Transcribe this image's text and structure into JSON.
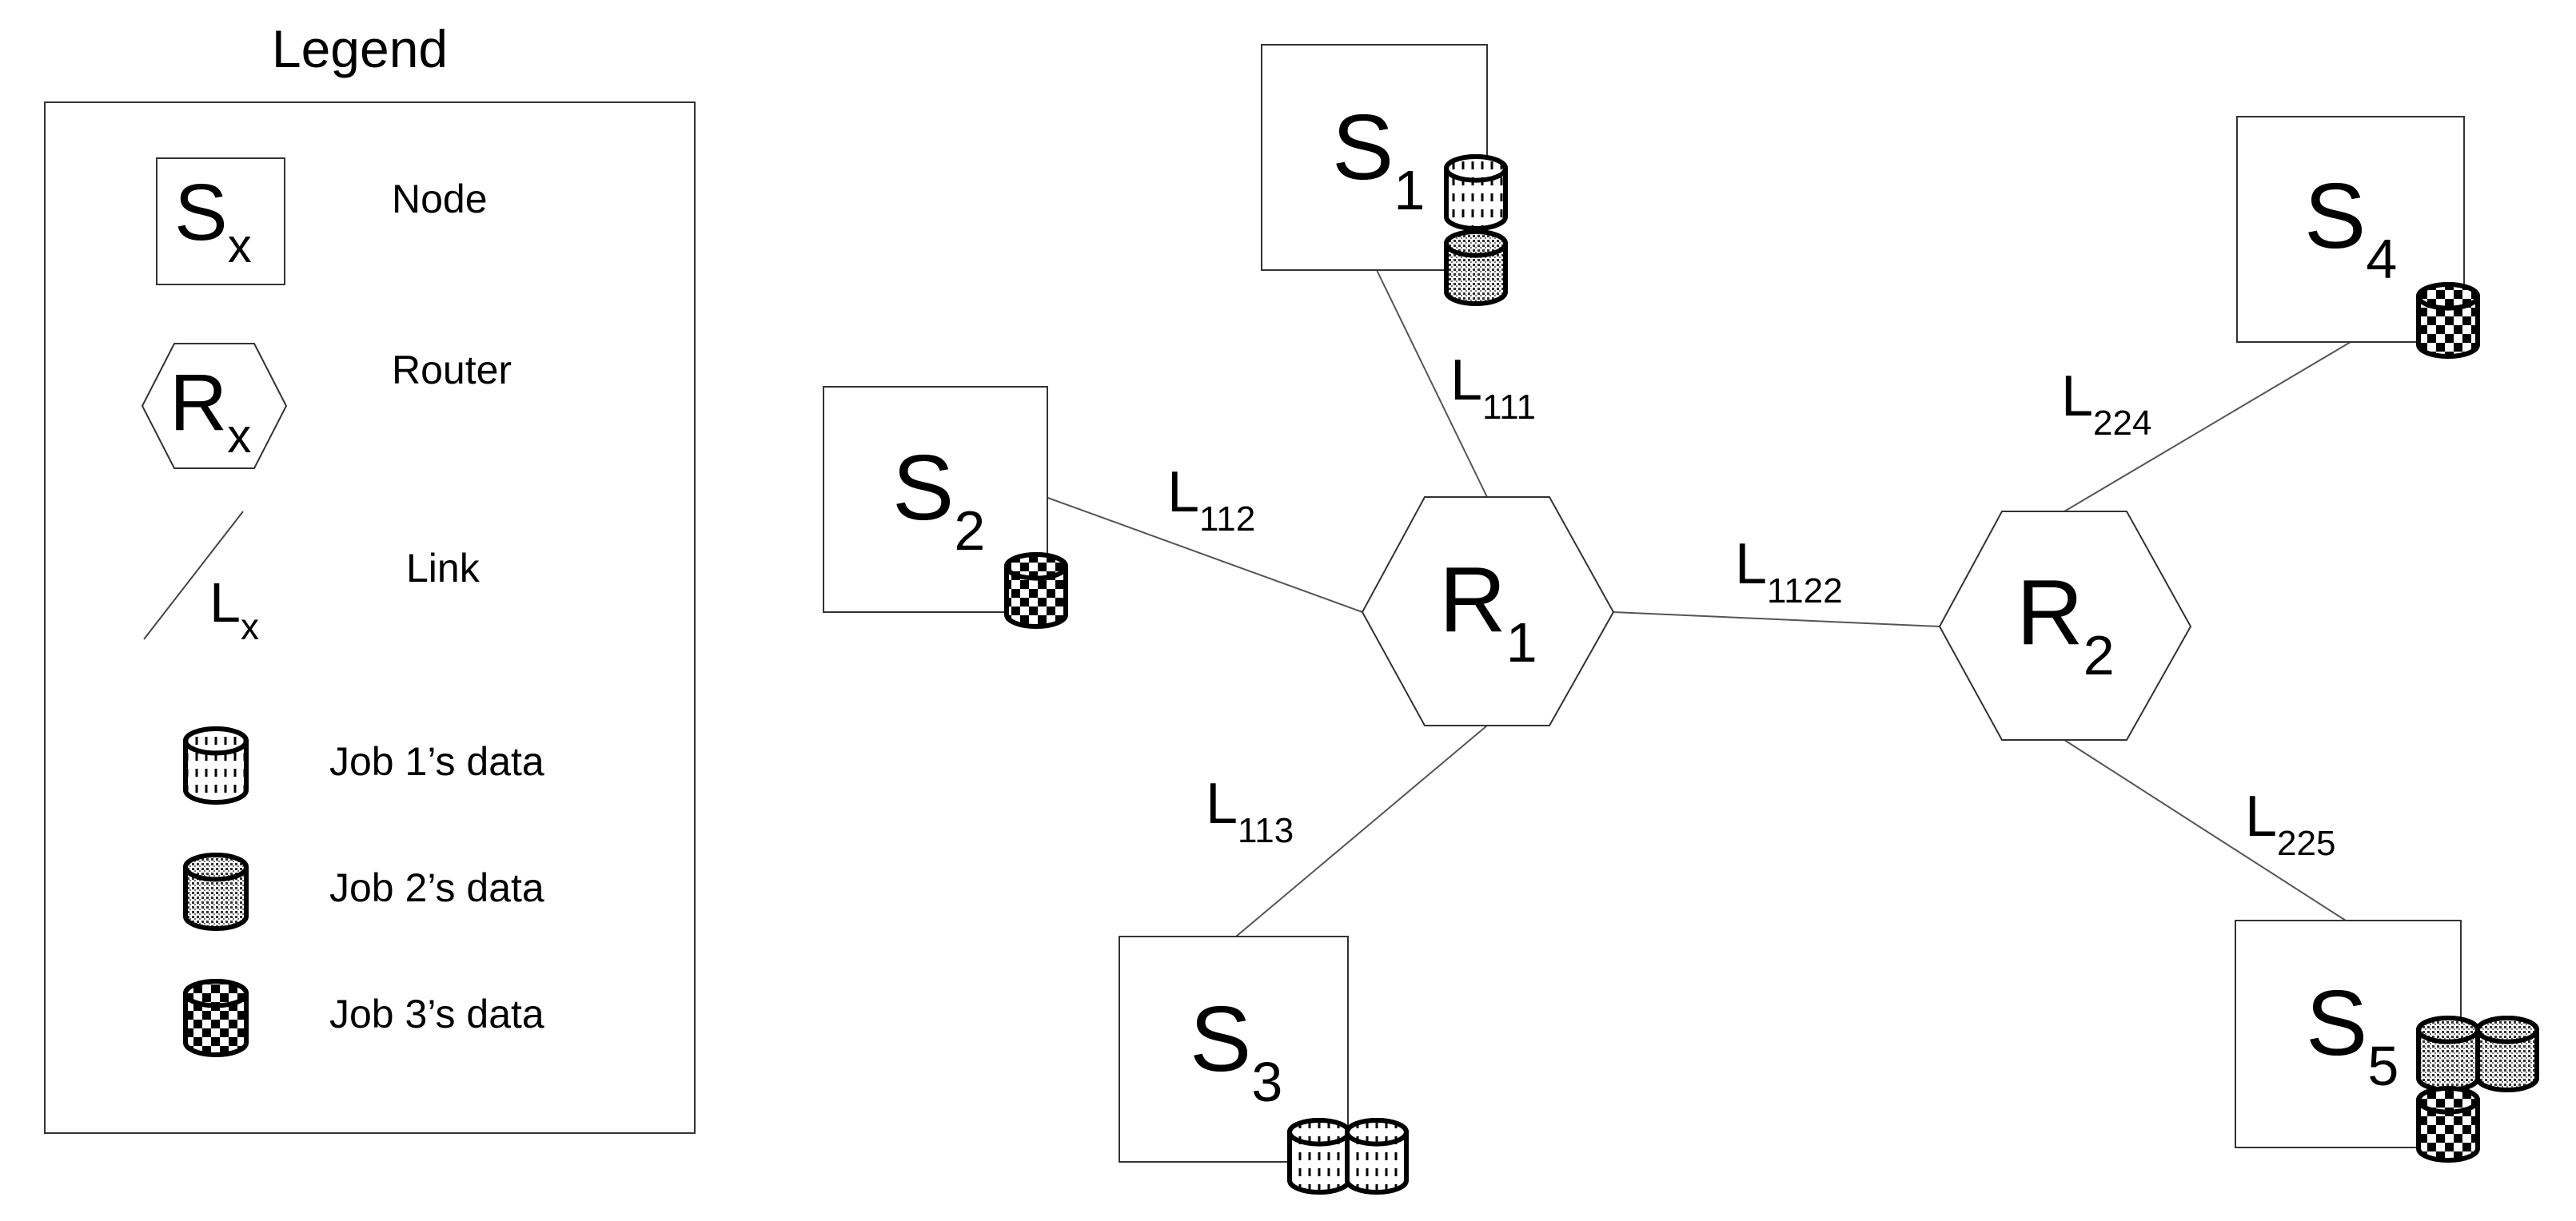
{
  "legend": {
    "title": "Legend",
    "node": {
      "symbol": "S",
      "subscript": "x",
      "label": "Node"
    },
    "router": {
      "symbol": "R",
      "subscript": "x",
      "label": "Router"
    },
    "link": {
      "symbol": "L",
      "subscript": "x",
      "label": "Link"
    },
    "jobs": [
      {
        "label": "Job 1’s data",
        "pattern": "striped"
      },
      {
        "label": "Job 2’s data",
        "pattern": "dotted"
      },
      {
        "label": "Job 3’s data",
        "pattern": "checkered"
      }
    ]
  },
  "nodes": [
    {
      "id": "s1",
      "symbol": "S",
      "subscript": "1",
      "data": [
        "striped",
        "dotted"
      ]
    },
    {
      "id": "s2",
      "symbol": "S",
      "subscript": "2",
      "data": [
        "checkered"
      ]
    },
    {
      "id": "s3",
      "symbol": "S",
      "subscript": "3",
      "data": [
        "striped",
        "striped"
      ]
    },
    {
      "id": "s4",
      "symbol": "S",
      "subscript": "4",
      "data": [
        "checkered"
      ]
    },
    {
      "id": "s5",
      "symbol": "S",
      "subscript": "5",
      "data": [
        "dotted",
        "dotted",
        "checkered"
      ]
    }
  ],
  "routers": [
    {
      "id": "r1",
      "symbol": "R",
      "subscript": "1"
    },
    {
      "id": "r2",
      "symbol": "R",
      "subscript": "2"
    }
  ],
  "links": [
    {
      "id": "l111",
      "symbol": "L",
      "subscript": "111",
      "from": "s1",
      "to": "r1"
    },
    {
      "id": "l112",
      "symbol": "L",
      "subscript": "112",
      "from": "s2",
      "to": "r1"
    },
    {
      "id": "l113",
      "symbol": "L",
      "subscript": "113",
      "from": "s3",
      "to": "r1"
    },
    {
      "id": "l1122",
      "symbol": "L",
      "subscript": "1122",
      "from": "r1",
      "to": "r2"
    },
    {
      "id": "l224",
      "symbol": "L",
      "subscript": "224",
      "from": "s4",
      "to": "r2"
    },
    {
      "id": "l225",
      "symbol": "L",
      "subscript": "225",
      "from": "s5",
      "to": "r2"
    }
  ]
}
